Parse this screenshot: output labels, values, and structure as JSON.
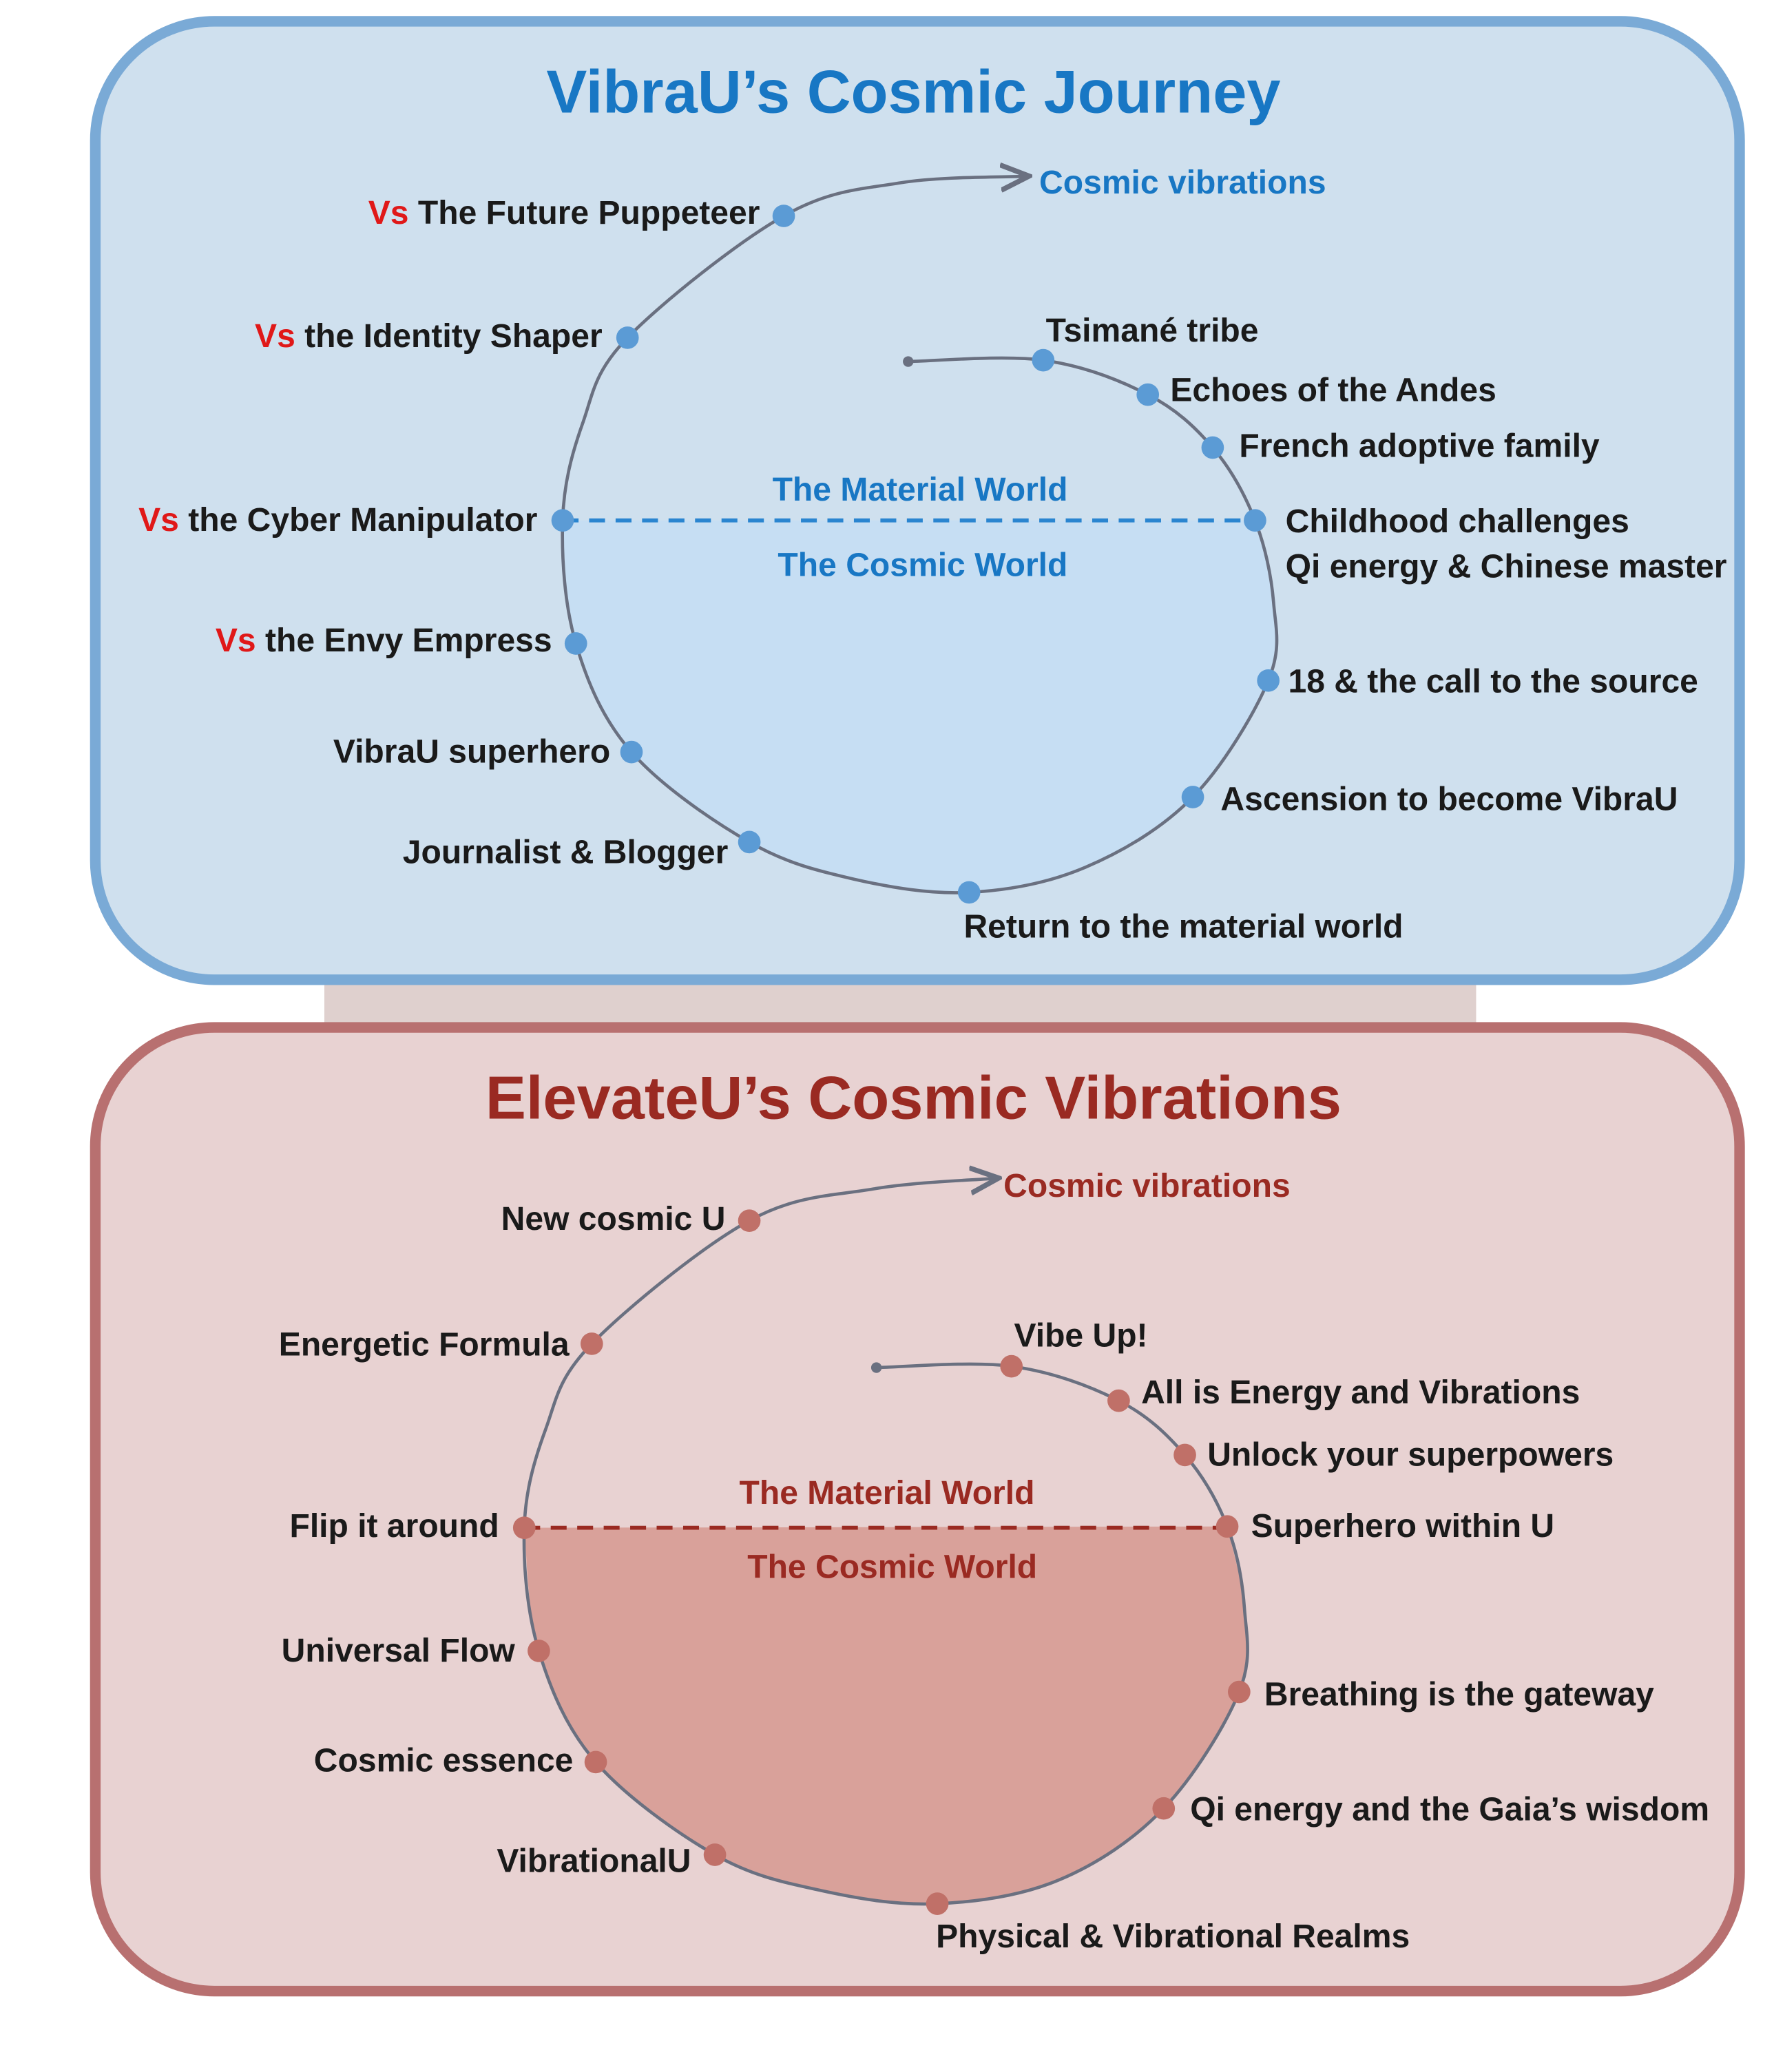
{
  "top": {
    "title": "VibraU’s Cosmic Journey",
    "cosmic_vibrations": "Cosmic vibrations",
    "material_world": "The Material World",
    "cosmic_world": "The Cosmic World",
    "vs_prefix": "Vs",
    "left_labels": [
      "The Future Puppeteer",
      "the Identity Shaper",
      "the Cyber Manipulator",
      "the Envy Empress"
    ],
    "labels": {
      "superhero": "VibraU superhero",
      "journalist": "Journalist & Blogger",
      "return": "Return to the material world",
      "ascension": "Ascension to become VibraU",
      "call": "18 & the call to the source",
      "qi": "Qi energy & Chinese master",
      "childhood": "Childhood challenges",
      "french": "French adoptive family",
      "andes": "Echoes of the Andes",
      "tsimane": "Tsimané tribe"
    },
    "colors": {
      "panel": "#cfe0ee",
      "border": "#7aaad6",
      "accent": "#1877c4",
      "dot": "#5b9bd5",
      "cosmic_fill": "#c6def3"
    }
  },
  "bottom": {
    "title": "ElevateU’s Cosmic Vibrations",
    "cosmic_vibrations": "Cosmic vibrations",
    "material_world": "The Material World",
    "cosmic_world": "The Cosmic World",
    "labels": {
      "new_u": "New cosmic U",
      "formula": "Energetic Formula",
      "flip": "Flip it around",
      "flow": "Universal Flow",
      "essence": "Cosmic essence",
      "vibrational": "VibrationalU",
      "realms": "Physical & Vibrational Realms",
      "gaia": "Qi energy and the Gaia’s wisdom",
      "breathing": "Breathing is the gateway",
      "superhero": "Superhero within U",
      "unlock": "Unlock your superpowers",
      "energy": "All is Energy and Vibrations",
      "vibe": "Vibe Up!"
    },
    "colors": {
      "panel": "#e8d2d2",
      "border": "#b87070",
      "accent": "#9a2a22",
      "dot": "#c07068",
      "cosmic_fill": "#d9a19a"
    }
  }
}
